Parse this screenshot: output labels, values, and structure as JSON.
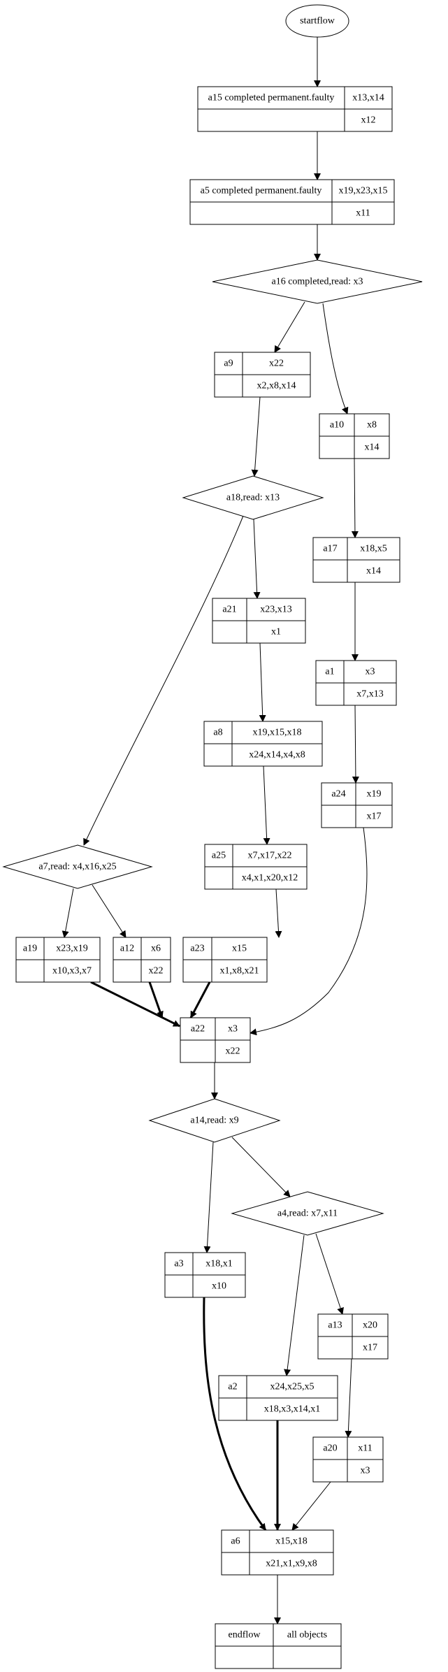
{
  "diagram": {
    "type": "workflow-graph",
    "start": {
      "id": "startflow",
      "label": "startflow"
    },
    "nodes": [
      {
        "id": "a15",
        "kind": "table",
        "label": "a15 completed permanent.faulty",
        "top": "x13,x14",
        "bottom": "x12"
      },
      {
        "id": "a5",
        "kind": "table",
        "label": "a5 completed permanent.faulty",
        "top": "x19,x23,x15",
        "bottom": "x11"
      },
      {
        "id": "a16",
        "kind": "decision",
        "label": "a16 completed,read: x3"
      },
      {
        "id": "a9",
        "kind": "table",
        "label": "a9",
        "top": "x22",
        "bottom": "x2,x8,x14"
      },
      {
        "id": "a10",
        "kind": "table",
        "label": "a10",
        "top": "x8",
        "bottom": "x14"
      },
      {
        "id": "a18",
        "kind": "decision",
        "label": "a18,read: x13"
      },
      {
        "id": "a17",
        "kind": "table",
        "label": "a17",
        "top": "x18,x5",
        "bottom": "x14"
      },
      {
        "id": "a21",
        "kind": "table",
        "label": "a21",
        "top": "x23,x13",
        "bottom": "x1"
      },
      {
        "id": "a1",
        "kind": "table",
        "label": "a1",
        "top": "x3",
        "bottom": "x7,x13"
      },
      {
        "id": "a8",
        "kind": "table",
        "label": "a8",
        "top": "x19,x15,x18",
        "bottom": "x24,x14,x4,x8"
      },
      {
        "id": "a24",
        "kind": "table",
        "label": "a24",
        "top": "x19",
        "bottom": "x17"
      },
      {
        "id": "a7",
        "kind": "decision",
        "label": "a7,read: x4,x16,x25"
      },
      {
        "id": "a25",
        "kind": "table",
        "label": "a25",
        "top": "x7,x17,x22",
        "bottom": "x4,x1,x20,x12"
      },
      {
        "id": "a19",
        "kind": "table",
        "label": "a19",
        "top": "x23,x19",
        "bottom": "x10,x3,x7"
      },
      {
        "id": "a12",
        "kind": "table",
        "label": "a12",
        "top": "x6",
        "bottom": "x22"
      },
      {
        "id": "a23",
        "kind": "table",
        "label": "a23",
        "top": "x15",
        "bottom": "x1,x8,x21"
      },
      {
        "id": "a22",
        "kind": "table",
        "label": "a22",
        "top": "x3",
        "bottom": "x22"
      },
      {
        "id": "a14",
        "kind": "decision",
        "label": "a14,read: x9"
      },
      {
        "id": "a4",
        "kind": "decision",
        "label": "a4,read: x7,x11"
      },
      {
        "id": "a3",
        "kind": "table",
        "label": "a3",
        "top": "x18,x1",
        "bottom": "x10"
      },
      {
        "id": "a13",
        "kind": "table",
        "label": "a13",
        "top": "x20",
        "bottom": "x17"
      },
      {
        "id": "a2",
        "kind": "table",
        "label": "a2",
        "top": "x24,x25,x5",
        "bottom": "x18,x3,x14,x1"
      },
      {
        "id": "a20",
        "kind": "table",
        "label": "a20",
        "top": "x11",
        "bottom": "x3"
      },
      {
        "id": "a6",
        "kind": "table",
        "label": "a6",
        "top": "x15,x18",
        "bottom": "x21,x1,x9,x8"
      },
      {
        "id": "endflow",
        "kind": "table",
        "label": "endflow",
        "top": "all objects",
        "bottom": ""
      }
    ],
    "edges": [
      {
        "from": "startflow",
        "to": "a15",
        "style": "normal"
      },
      {
        "from": "a15",
        "to": "a5",
        "style": "normal"
      },
      {
        "from": "a5",
        "to": "a16",
        "style": "normal"
      },
      {
        "from": "a16",
        "to": "a9",
        "style": "normal"
      },
      {
        "from": "a16",
        "to": "a10",
        "style": "normal"
      },
      {
        "from": "a9",
        "to": "a18",
        "style": "normal"
      },
      {
        "from": "a10",
        "to": "a17",
        "style": "normal"
      },
      {
        "from": "a18",
        "to": "a21",
        "style": "normal"
      },
      {
        "from": "a18",
        "to": "a7",
        "style": "normal"
      },
      {
        "from": "a17",
        "to": "a1",
        "style": "normal"
      },
      {
        "from": "a21",
        "to": "a8",
        "style": "normal"
      },
      {
        "from": "a1",
        "to": "a24",
        "style": "normal"
      },
      {
        "from": "a8",
        "to": "a25",
        "style": "normal"
      },
      {
        "from": "a7",
        "to": "a19",
        "style": "normal"
      },
      {
        "from": "a7",
        "to": "a12",
        "style": "normal"
      },
      {
        "from": "a25",
        "to": "a23",
        "style": "normal"
      },
      {
        "from": "a19",
        "to": "a22",
        "style": "bold"
      },
      {
        "from": "a12",
        "to": "a22",
        "style": "bold"
      },
      {
        "from": "a23",
        "to": "a22",
        "style": "bold"
      },
      {
        "from": "a24",
        "to": "a22",
        "style": "normal"
      },
      {
        "from": "a22",
        "to": "a14",
        "style": "normal"
      },
      {
        "from": "a14",
        "to": "a3",
        "style": "normal"
      },
      {
        "from": "a14",
        "to": "a4",
        "style": "normal"
      },
      {
        "from": "a4",
        "to": "a2",
        "style": "normal"
      },
      {
        "from": "a4",
        "to": "a13",
        "style": "normal"
      },
      {
        "from": "a13",
        "to": "a20",
        "style": "normal"
      },
      {
        "from": "a3",
        "to": "a6",
        "style": "bold"
      },
      {
        "from": "a2",
        "to": "a6",
        "style": "bold"
      },
      {
        "from": "a20",
        "to": "a6",
        "style": "normal"
      },
      {
        "from": "a6",
        "to": "endflow",
        "style": "normal"
      }
    ]
  }
}
